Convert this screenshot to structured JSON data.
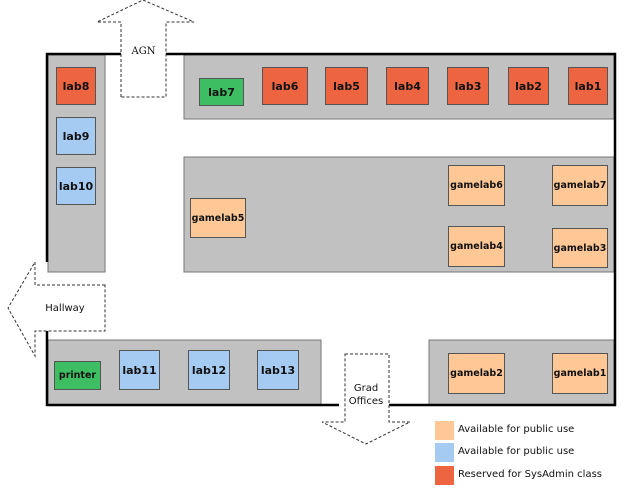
{
  "colors": {
    "sysadmin": "#ec6540",
    "public_blue": "#a6cbf2",
    "public_orange": "#fdc896",
    "green": "#3dbe62",
    "floor": "#c1c1c1"
  },
  "exits": {
    "agn": "AGN",
    "hallway": "Hallway",
    "grad_line1": "Grad",
    "grad_line2": "Offices"
  },
  "rooms": {
    "lab1": "lab1",
    "lab2": "lab2",
    "lab3": "lab3",
    "lab4": "lab4",
    "lab5": "lab5",
    "lab6": "lab6",
    "lab7": "lab7",
    "lab8": "lab8",
    "lab9": "lab9",
    "lab10": "lab10",
    "lab11": "lab11",
    "lab12": "lab12",
    "lab13": "lab13",
    "printer": "printer",
    "gamelab1": "gamelab1",
    "gamelab2": "gamelab2",
    "gamelab3": "gamelab3",
    "gamelab4": "gamelab4",
    "gamelab5": "gamelab5",
    "gamelab6": "gamelab6",
    "gamelab7": "gamelab7"
  },
  "legend": [
    {
      "label": "Available for public use",
      "color": "#fdc896"
    },
    {
      "label": "Available for public use",
      "color": "#a6cbf2"
    },
    {
      "label": "Reserved for SysAdmin class",
      "color": "#ec6540"
    }
  ]
}
